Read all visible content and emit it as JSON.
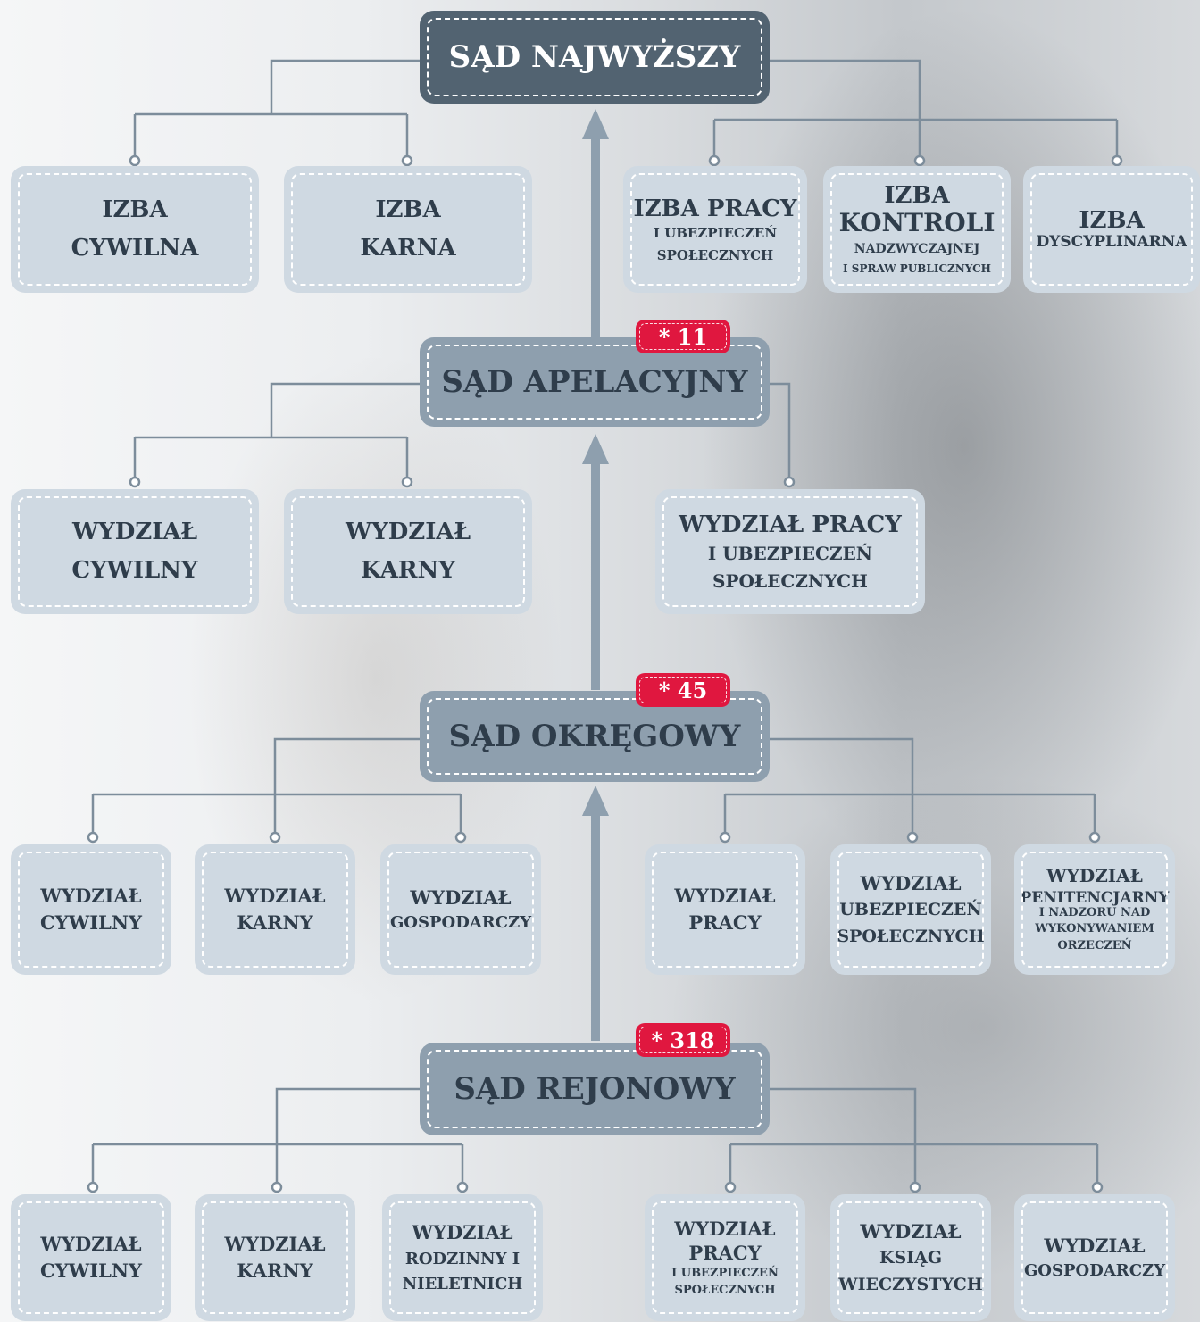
{
  "supreme": {
    "title": "SĄD NAJWYŻSZY"
  },
  "supreme_units": [
    {
      "l1": "IZBA",
      "l2": "CYWILNA"
    },
    {
      "l1": "IZBA",
      "l2": "KARNA"
    },
    {
      "l1": "IZBA PRACY",
      "l2": "I UBEZPIECZEŃ",
      "l3": "SPOŁECZNYCH"
    },
    {
      "l1": "IZBA",
      "l2": "KONTROLI",
      "l3": "NADZWYCZAJNEJ",
      "l4": "I SPRAW PUBLICZNYCH"
    },
    {
      "l1": "IZBA",
      "l2": "DYSCYPLINARNA"
    }
  ],
  "appeal": {
    "title": "SĄD APELACYJNY",
    "count": "* 11"
  },
  "appeal_units": [
    {
      "l1": "WYDZIAŁ",
      "l2": "CYWILNY"
    },
    {
      "l1": "WYDZIAŁ",
      "l2": "KARNY"
    },
    {
      "l1": "WYDZIAŁ PRACY",
      "l2": "I UBEZPIECZEŃ",
      "l3": "SPOŁECZNYCH"
    }
  ],
  "district": {
    "title": "SĄD OKRĘGOWY",
    "count": "* 45"
  },
  "district_units": [
    {
      "l1": "WYDZIAŁ",
      "l2": "CYWILNY"
    },
    {
      "l1": "WYDZIAŁ",
      "l2": "KARNY"
    },
    {
      "l1": "WYDZIAŁ",
      "l2": "GOSPODARCZY"
    },
    {
      "l1": "WYDZIAŁ",
      "l2": "PRACY"
    },
    {
      "l1": "WYDZIAŁ",
      "l2": "UBEZPIECZEŃ",
      "l3": "SPOŁECZNYCH"
    },
    {
      "l1": "WYDZIAŁ",
      "l2": "PENITENCJARNY",
      "l3": "I NADZORU NAD",
      "l4": "WYKONYWANIEM",
      "l5": "ORZECZEŃ"
    }
  ],
  "regional": {
    "title": "SĄD REJONOWY",
    "count": "* 318"
  },
  "regional_units": [
    {
      "l1": "WYDZIAŁ",
      "l2": "CYWILNY"
    },
    {
      "l1": "WYDZIAŁ",
      "l2": "KARNY"
    },
    {
      "l1": "WYDZIAŁ",
      "l2": "RODZINNY I",
      "l3": "NIELETNICH"
    },
    {
      "l1": "WYDZIAŁ",
      "l2": "PRACY",
      "l3": "I UBEZPIECZEŃ",
      "l4": "SPOŁECZNYCH"
    },
    {
      "l1": "WYDZIAŁ",
      "l2": "KSIĄG",
      "l3": "WIECZYSTYCH"
    },
    {
      "l1": "WYDZIAŁ",
      "l2": "GOSPODARCZY"
    }
  ],
  "colors": {
    "court_top": "#526371",
    "court": "#8e9fae",
    "unit": "#cfd9e2",
    "badge": "#e0173f",
    "connector": "#7d8d9b",
    "arrow": "#8e9fae"
  }
}
